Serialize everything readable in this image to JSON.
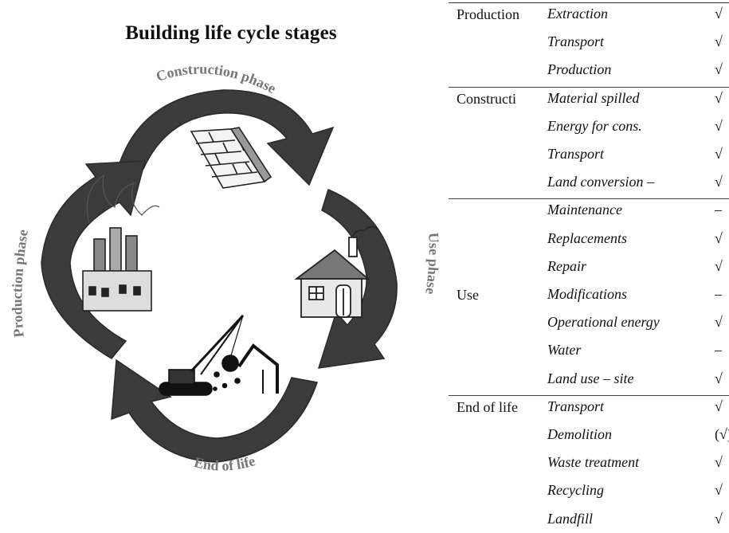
{
  "diagram": {
    "title": "Building life cycle stages",
    "phases": {
      "construction": "Construction phase",
      "use": "Use phase",
      "end_of_life": "End of life",
      "production": "Production phase"
    },
    "illustration_icons": [
      "brick-wall-icon",
      "house-icon",
      "demolition-crane-icon",
      "factory-icon"
    ]
  },
  "table": {
    "stages": [
      {
        "label": "Production",
        "items": [
          {
            "label": "Extraction",
            "mark": "√"
          },
          {
            "label": "Transport",
            "mark": "√"
          },
          {
            "label": "Production",
            "mark": "√"
          }
        ]
      },
      {
        "label": "Constructi",
        "items": [
          {
            "label": "Material spilled",
            "mark": "√"
          },
          {
            "label": "Energy for cons.",
            "mark": "√"
          },
          {
            "label": "Transport",
            "mark": "√"
          },
          {
            "label": "Land conversion –",
            "mark": "√"
          }
        ]
      },
      {
        "label": "Use",
        "items": [
          {
            "label": "Maintenance",
            "mark": "–"
          },
          {
            "label": "Replacements",
            "mark": "√"
          },
          {
            "label": "Repair",
            "mark": "√"
          },
          {
            "label": "Modifications",
            "mark": "–"
          },
          {
            "label": "Operational energy",
            "mark": "√"
          },
          {
            "label": "Water",
            "mark": "–"
          },
          {
            "label": "Land use – site",
            "mark": "√"
          }
        ]
      },
      {
        "label": "End of life",
        "items": [
          {
            "label": "Transport",
            "mark": "√"
          },
          {
            "label": "Demolition",
            "mark": "(√)"
          },
          {
            "label": "Waste treatment",
            "mark": "√"
          },
          {
            "label": "Recycling",
            "mark": "√"
          },
          {
            "label": "Landfill",
            "mark": "√"
          }
        ]
      }
    ]
  }
}
